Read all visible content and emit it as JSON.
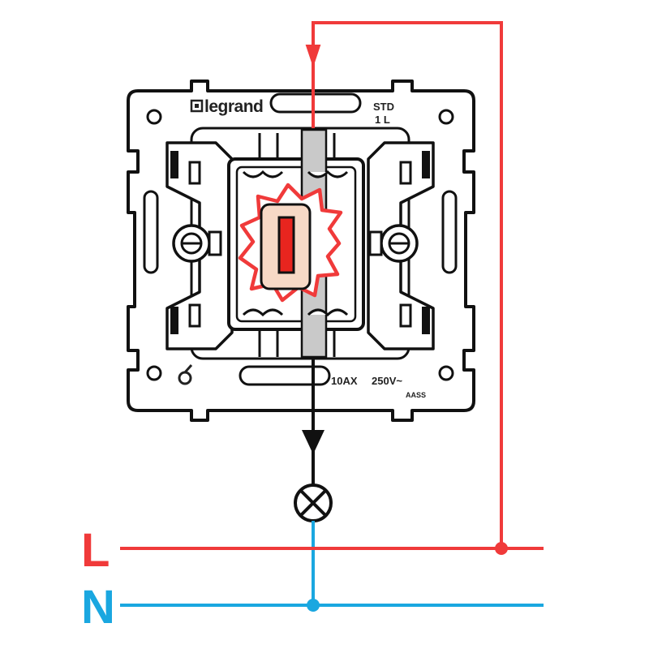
{
  "labels": {
    "line": "L",
    "neutral": "N"
  },
  "device": {
    "brand": "legrand",
    "model_line1": "STD",
    "model_line2": "1 L",
    "rating_current": "10AX",
    "rating_voltage": "250V~",
    "code": "AASS"
  },
  "colors": {
    "line": "#f03a3a",
    "neutral": "#1aa7e0",
    "load": "#111111",
    "indicator_fill": "#f7d9c6",
    "indicator_lamp": "#e8251f"
  }
}
